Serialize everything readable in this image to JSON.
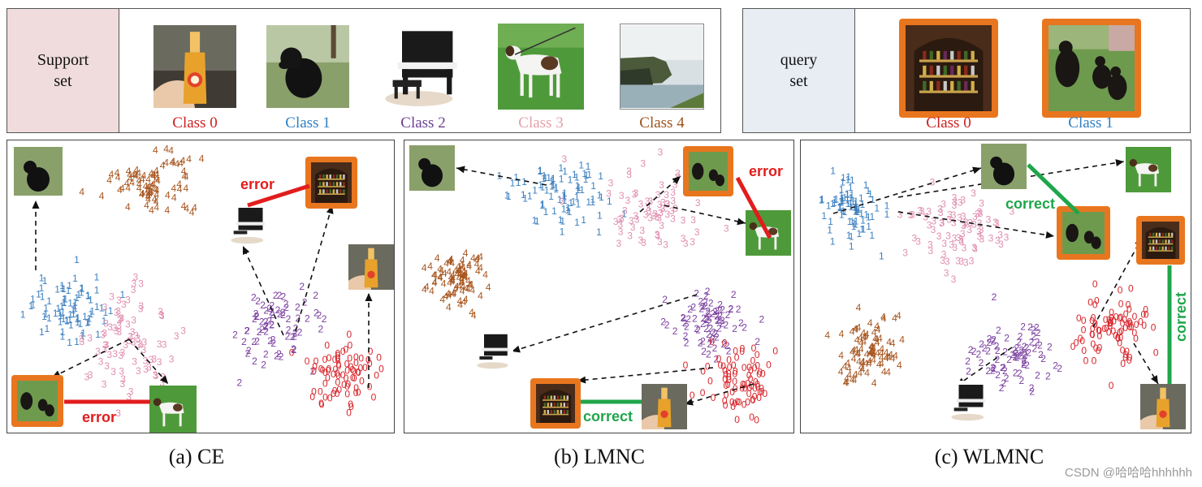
{
  "support": {
    "label": "Support\nset",
    "classes": [
      {
        "name": "Class 0",
        "color": "#cc1f1f",
        "image": "beer-bottle"
      },
      {
        "name": "Class 1",
        "color": "#2f7fc1",
        "image": "black-dog"
      },
      {
        "name": "Class 2",
        "color": "#6b3f8f",
        "image": "piano"
      },
      {
        "name": "Class 3",
        "color": "#e3a0a8",
        "image": "spotted-dog"
      },
      {
        "name": "Class 4",
        "color": "#a0521b",
        "image": "cliff"
      }
    ]
  },
  "query": {
    "label": "query\nset",
    "classes": [
      {
        "name": "Class 0",
        "color": "#cc1f1f",
        "image": "bar-shelf"
      },
      {
        "name": "Class 1",
        "color": "#2f7fc1",
        "image": "dogs-on-grass"
      }
    ]
  },
  "panels": [
    {
      "caption": "(a) CE",
      "tags": [
        {
          "text": "error",
          "color": "#e11d1d"
        },
        {
          "text": "error",
          "color": "#e11d1d"
        }
      ]
    },
    {
      "caption": "(b) LMNC",
      "tags": [
        {
          "text": "error",
          "color": "#e11d1d"
        },
        {
          "text": "correct",
          "color": "#1fa64a"
        }
      ]
    },
    {
      "caption": "(c) WLMNC",
      "tags": [
        {
          "text": "correct",
          "color": "#1fa64a"
        },
        {
          "text": "correct",
          "color": "#1fa64a"
        }
      ]
    }
  ],
  "digit_colors": {
    "0": "#d9262c",
    "1": "#3b7fc0",
    "2": "#7b3fa0",
    "3": "#e08fb0",
    "4": "#a8561f"
  },
  "watermark": "CSDN @哈哈哈hhhhhh"
}
